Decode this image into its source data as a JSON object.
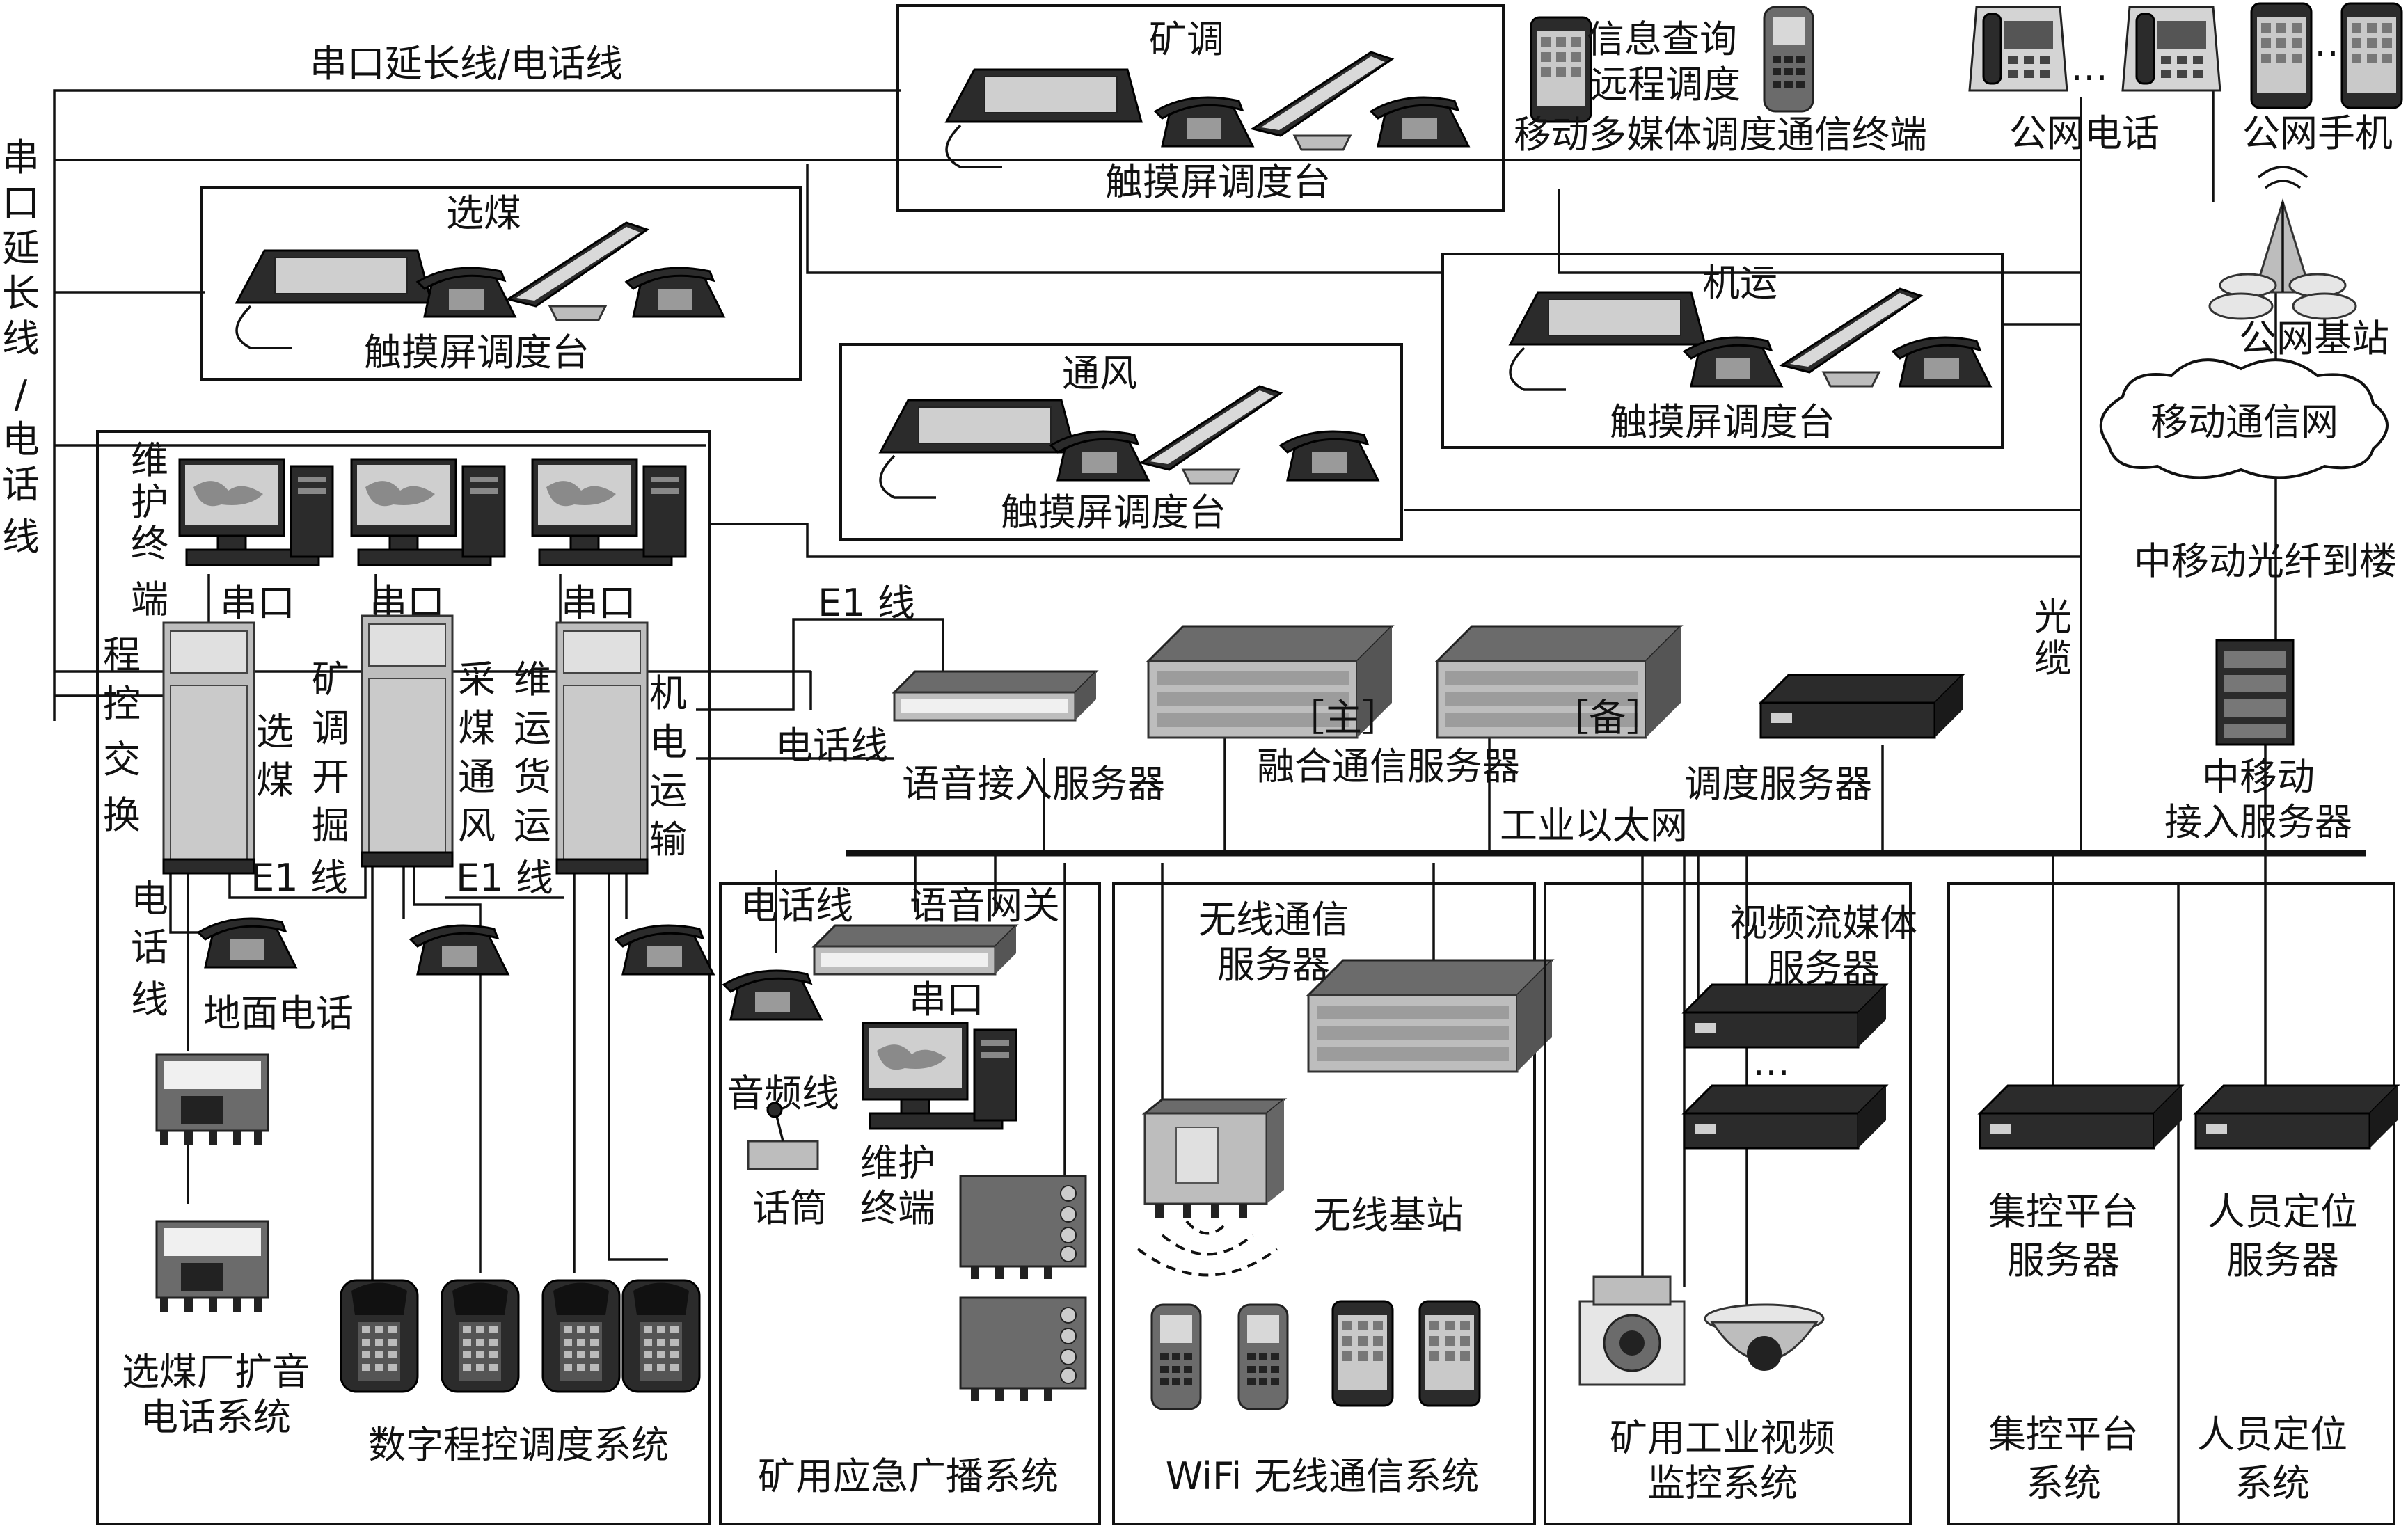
{
  "top": {
    "serial_ext_phone": "串口延长线/电话线",
    "serial_ext_phone_vertical": [
      "串",
      "口",
      "延",
      "长",
      "线",
      "/",
      "电",
      "话",
      "线"
    ],
    "kuangdiao_title": "矿调",
    "touch_desk": "触摸屏调度台",
    "xuanmei_title": "选煤",
    "jiyun_title": "机运",
    "tongfeng_title": "通风",
    "info_query": "信息查询",
    "remote_dispatch": "远程调度",
    "mobile_terminal": "移动多媒体调度通信终端",
    "ellipsis": "…",
    "public_phone": "公网电话",
    "public_mobile": "公网手机",
    "public_bs": "公网基站",
    "mobile_net": "移动通信网",
    "cmcc_fiber": "中移动光纤到楼",
    "fiber_cable": [
      "光",
      "缆"
    ]
  },
  "pbx": {
    "maint_terminal_v": [
      "维",
      "护",
      "终",
      "端"
    ],
    "serial": "串口",
    "pbx_v": [
      "程",
      "控",
      "交",
      "换"
    ],
    "xuanmei_v": [
      "选",
      "煤"
    ],
    "kuangdiao_kaijue_v": [
      [
        "矿",
        "调"
      ],
      [
        "开",
        "掘"
      ]
    ],
    "caimei_tongfeng_v": [
      [
        "采",
        "煤"
      ],
      [
        "通",
        "风"
      ]
    ],
    "weiyun_huoyun_v": [
      [
        "维",
        "运"
      ],
      [
        "货",
        "运"
      ]
    ],
    "jidian_yunshu_v": [
      [
        "机",
        "电"
      ],
      [
        "运",
        "输"
      ]
    ],
    "e1_line": "E1 线",
    "phone_line_v": [
      "电",
      "话",
      "线"
    ],
    "ground_phone": "地面电话",
    "xmc_pa_line1": "选煤厂扩音",
    "xmc_pa_line2": "电话系统",
    "digital_pbx_system": "数字程控调度系统"
  },
  "center": {
    "e1_line_short": "E1 线",
    "phone_line": "电话线",
    "voice_access_server": "语音接入服务器",
    "master": "［主］",
    "backup": "［备］",
    "fusion_server": "融合通信服务器",
    "dispatch_server": "调度服务器",
    "industrial_ethernet": "工业以太网",
    "cmcc_line1": "中移动",
    "cmcc_line2": "接入服务器"
  },
  "broadcast": {
    "phone_line": "电话线",
    "voice_gateway": "语音网关",
    "serial": "串口",
    "audio_line": "音频线",
    "mic": "话筒",
    "maint1": "维护",
    "maint2": "终端",
    "title": "矿用应急广播系统"
  },
  "wifi": {
    "server_line1": "无线通信",
    "server_line2": "服务器",
    "base_station": "无线基站",
    "title": "WiFi 无线通信系统"
  },
  "video": {
    "server_line1": "视频流媒体",
    "server_line2": "服务器",
    "dots": "…",
    "title_line1": "矿用工业视频",
    "title_line2": "监控系统"
  },
  "jikong": {
    "server_line1": "集控平台",
    "server_line2": "服务器",
    "sys_line1": "集控平台",
    "sys_line2": "系统"
  },
  "renyuan": {
    "server_line1": "人员定位",
    "server_line2": "服务器",
    "sys_line1": "人员定位",
    "sys_line2": "系统"
  }
}
